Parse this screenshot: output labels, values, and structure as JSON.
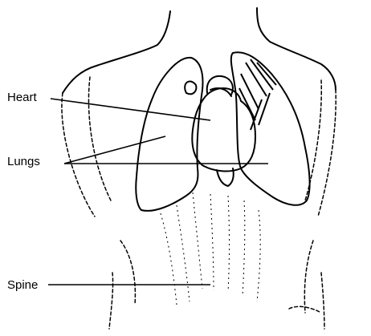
{
  "labels": {
    "heart": "Heart",
    "lungs": "Lungs",
    "spine": "Spine"
  }
}
